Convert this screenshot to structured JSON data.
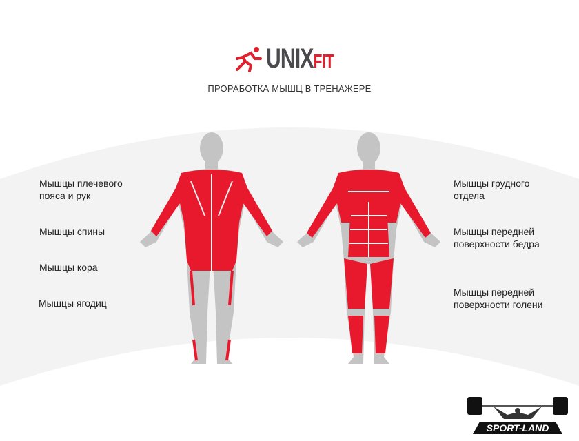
{
  "header": {
    "brand": "UNIX",
    "brand_suffix": "FIT",
    "subtitle": "ПРОРАБОТКА МЫШЦ В ТРЕНАЖЕРЕ"
  },
  "left_labels": [
    {
      "line1": "Мышцы плечевого",
      "line2": "пояса и рук"
    },
    {
      "line1": "Мышцы спины",
      "line2": ""
    },
    {
      "line1": "Мышцы кора",
      "line2": ""
    },
    {
      "line1": "Мышцы ягодиц",
      "line2": ""
    }
  ],
  "right_labels": [
    {
      "line1": "Мышцы грудного",
      "line2": "отдела"
    },
    {
      "line1": "Мышцы передней",
      "line2": "поверхности бедра"
    },
    {
      "line1": "Мышцы передней",
      "line2": "поверхности голени"
    }
  ],
  "watermark": {
    "text": "SPORT-LAND"
  },
  "colors": {
    "muscle": "#e8192c",
    "body": "#c8c8c8",
    "brand_dark": "#4a4a4f"
  }
}
